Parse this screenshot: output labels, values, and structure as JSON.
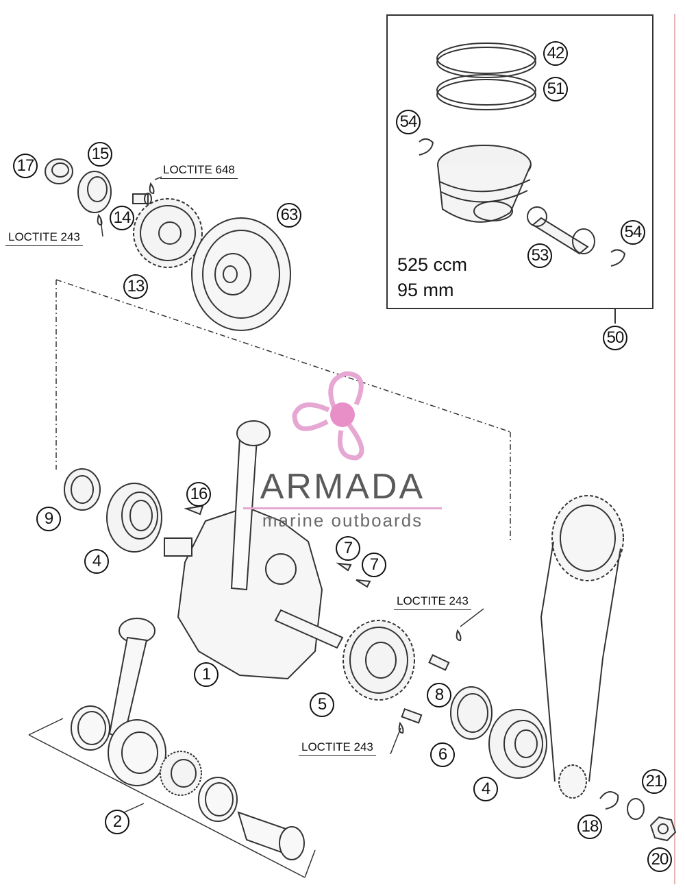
{
  "callouts": {
    "c1": "1",
    "c2": "2",
    "c4a": "4",
    "c4b": "4",
    "c5": "5",
    "c6": "6",
    "c7a": "7",
    "c7b": "7",
    "c8": "8",
    "c9": "9",
    "c13": "13",
    "c14": "14",
    "c15": "15",
    "c16": "16",
    "c17": "17",
    "c18": "18",
    "c20": "20",
    "c21": "21",
    "c42": "42",
    "c50": "50",
    "c51": "51",
    "c53": "53",
    "c54a": "54",
    "c54b": "54",
    "c63": "63"
  },
  "notes": {
    "loctite_648": "LOCTITE 648",
    "loctite_243_top": "LOCTITE 243",
    "loctite_243_mid": "LOCTITE 243",
    "loctite_243_low": "LOCTITE 243"
  },
  "piston_kit": {
    "displacement": "525 ccm",
    "bore": "95 mm"
  },
  "watermark": {
    "brand": "ARMADA",
    "tagline": "marine outboards",
    "colors": {
      "propeller": "#e6a7d3",
      "hub": "#e98fc8",
      "text": "#5a5a5a"
    }
  }
}
